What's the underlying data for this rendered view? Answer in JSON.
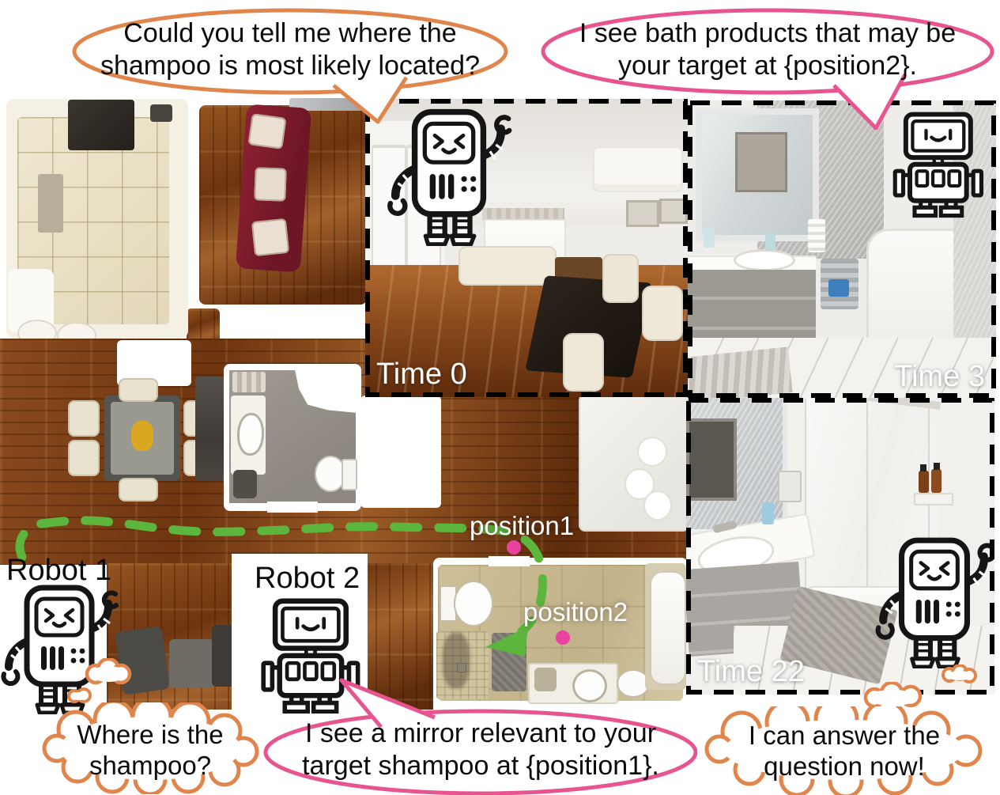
{
  "bubbles": {
    "question": "Could you tell me where the shampoo is most likely located?",
    "robot2_sees_bath_products": "I see bath products that may be your target at {position2}.",
    "robot2_sees_mirror": "I see a mirror relevant to your target shampoo at {position1}.",
    "robot1_thought": "Where is the shampoo?",
    "robot1_answer": "I can answer the question now!"
  },
  "panels": {
    "time0": {
      "label": "Time 0"
    },
    "time3": {
      "label": "Time 3"
    },
    "time22": {
      "label": "Time 22"
    }
  },
  "map": {
    "robot1_label": "Robot 1",
    "robot2_label": "Robot 2",
    "position1_label": "position1",
    "position2_label": "position2"
  },
  "colors": {
    "speech_orange": "#E0854C",
    "speech_pink": "#E7548F",
    "path_green": "#5CB53C",
    "marker_pink": "#E8429E"
  }
}
